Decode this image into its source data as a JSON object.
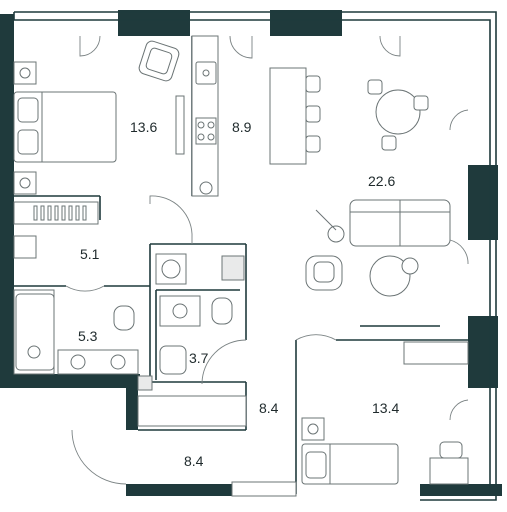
{
  "rooms": [
    {
      "id": "bedroom-1",
      "area": "13.6"
    },
    {
      "id": "kitchen",
      "area": "8.9"
    },
    {
      "id": "living-room",
      "area": "22.6"
    },
    {
      "id": "wardrobe",
      "area": "5.1"
    },
    {
      "id": "bathroom-1",
      "area": "5.3"
    },
    {
      "id": "bathroom-2",
      "area": "3.7"
    },
    {
      "id": "hallway",
      "area": "8.4"
    },
    {
      "id": "entrance",
      "area": "8.4"
    },
    {
      "id": "bedroom-2",
      "area": "13.4"
    }
  ],
  "colors": {
    "wall": "#1f3a3c",
    "furniture_stroke": "#6b7475",
    "background": "#ffffff"
  },
  "icons": [
    "bed-icon",
    "armchair-icon",
    "sofa-icon",
    "dining-table-icon",
    "stove-icon",
    "sink-icon",
    "toilet-icon",
    "bathtub-icon",
    "washing-machine-icon",
    "plant-icon",
    "lamp-icon",
    "desk-icon",
    "radiator-icon",
    "door-swing-icon"
  ]
}
